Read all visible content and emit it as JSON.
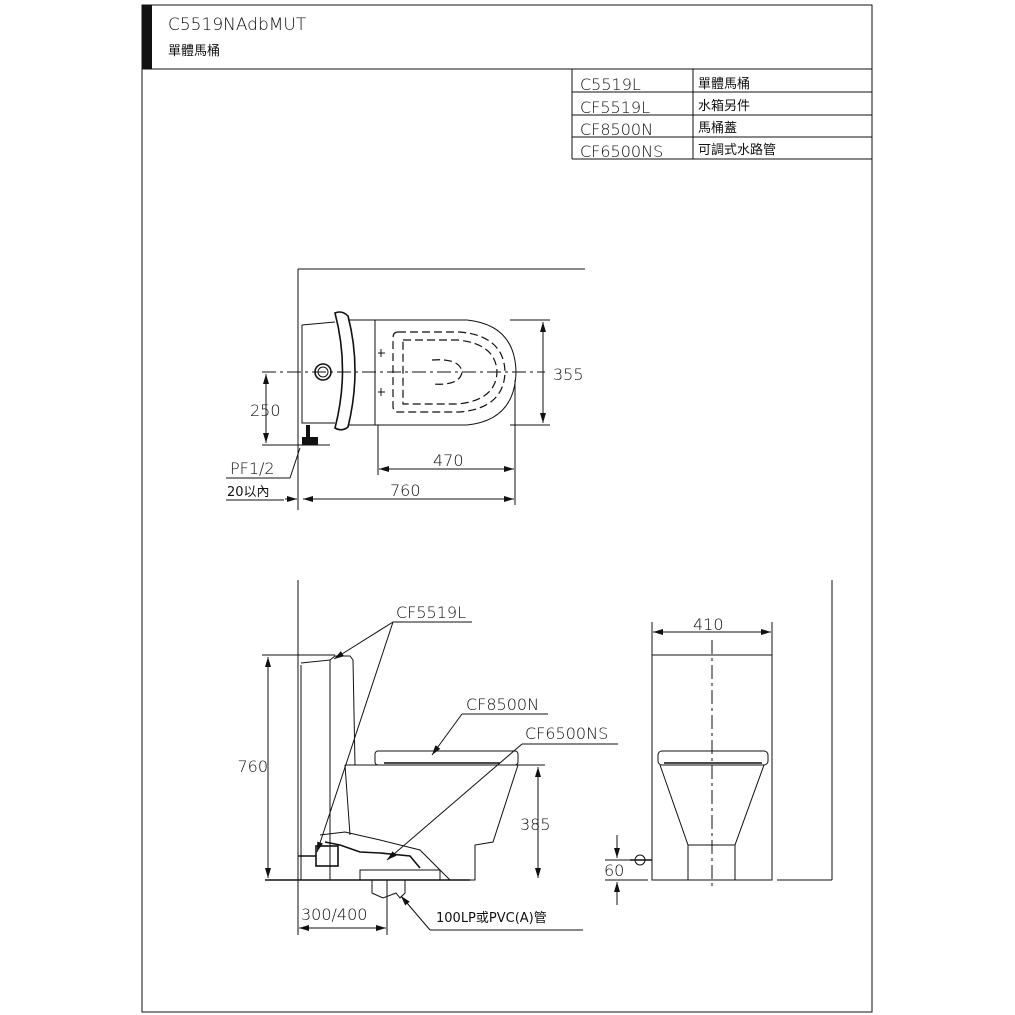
{
  "header": {
    "model": "C5519NAdbMUT",
    "subtitle": "單體馬桶"
  },
  "parts_table": [
    {
      "code": "C5519L",
      "desc": "單體馬桶"
    },
    {
      "code": "CF5519L",
      "desc": "水箱另件"
    },
    {
      "code": "CF8500N",
      "desc": "馬桶蓋"
    },
    {
      "code": "CF6500NS",
      "desc": "可調式水路管"
    }
  ],
  "top_view": {
    "dim_width": "355",
    "dim_supply_height": "250",
    "dim_bowl_length": "470",
    "dim_total_length": "760",
    "label_pipe_thread": "PF1/2",
    "label_wall_gap": "20以內"
  },
  "side_view": {
    "dim_height": "760",
    "dim_seat_height": "385",
    "dim_rough_in": "300/400",
    "label_tank_parts": "CF5519L",
    "label_seat": "CF8500N",
    "label_supply": "CF6500NS",
    "label_drain": "100LP或PVC(A)管"
  },
  "front_view": {
    "dim_width": "410",
    "dim_supply_offset": "60"
  }
}
